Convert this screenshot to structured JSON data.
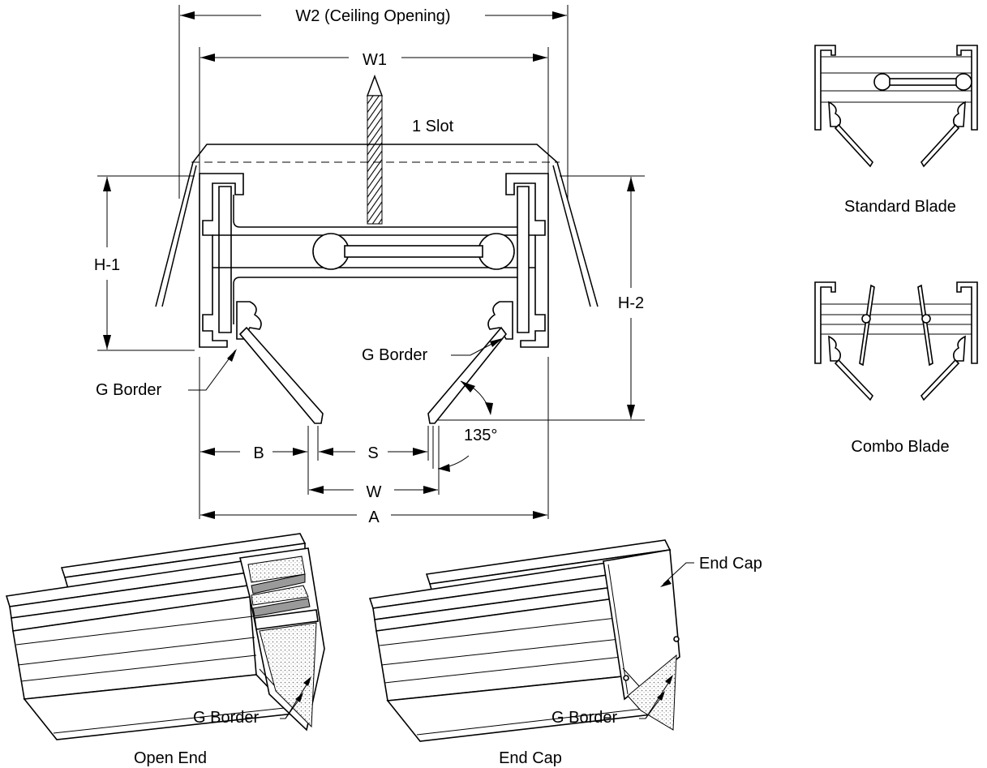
{
  "labels": {
    "w2": "W2 (Ceiling Opening)",
    "w1": "W1",
    "slot": "1 Slot",
    "h1": "H-1",
    "h2": "H-2",
    "g_border_left": "G Border",
    "g_border_right": "G Border",
    "angle": "135°",
    "b": "B",
    "s": "S",
    "w": "W",
    "a": "A",
    "standard_blade": "Standard Blade",
    "combo_blade": "Combo Blade",
    "end_cap_callout": "End Cap",
    "g_border_open": "G Border",
    "g_border_cap": "G Border",
    "open_end": "Open End",
    "end_cap_caption": "End Cap"
  },
  "colors": {
    "line": "#000000",
    "hatch_fill": "#d8d8d8",
    "blade_fill": "#9a9a9a"
  }
}
